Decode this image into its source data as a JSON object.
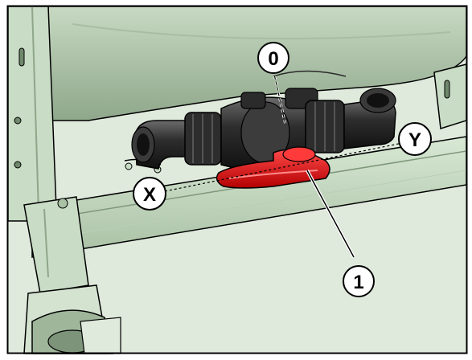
{
  "callouts": {
    "position_0": "0",
    "position_1": "1",
    "side_x": "X",
    "side_y": "Y"
  },
  "colors": {
    "frame_green": "#c9dcc5",
    "frame_shadow": "#9fb69b",
    "tank_green": "#b8ccb3",
    "valve_black": "#2a2a2a",
    "handle_red": "#e01818",
    "outline": "#000000"
  },
  "icons": [
    "ball-valve-icon",
    "valve-handle-icon",
    "caster-wheel-icon"
  ]
}
